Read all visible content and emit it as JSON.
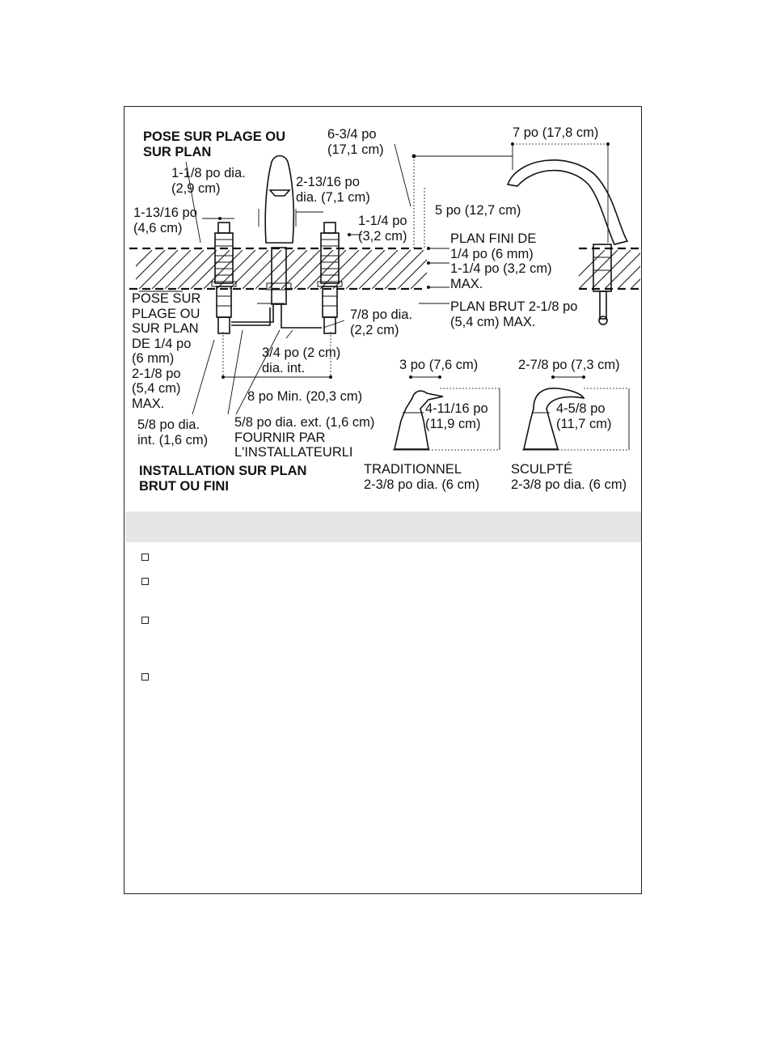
{
  "labels": {
    "pose_title": "POSE SUR PLAGE OU\nSUR PLAN",
    "spout_dia": "1-1/8 po dia.\n(2,9 cm)",
    "spout_base_dia": "2-13/16 po\ndia. (7,1 cm)",
    "handle_valve_dia": "1-13/16 po\n(4,6 cm)",
    "spout_reach": "6-3/4 po\n(17,1 cm)",
    "spout_height_top": "7 po (17,8 cm)",
    "spout_height": "5 po (12,7 cm)",
    "deck_above": "1-1/4 po\n(3,2 cm)",
    "plan_fini": "PLAN FINI DE\n1/4 po (6 mm)\n1-1/4 po (3,2 cm)\nMAX.",
    "plan_brut": "PLAN BRUT 2-1/8 po\n(5,4 cm) MAX.",
    "pose_left": "POSE SUR\nPLAGE OU\nSUR PLAN\nDE 1/4 po\n(6 mm)\n2-1/8 po\n(5,4 cm)\nMAX.",
    "dia_78": "7/8 po dia.\n(2,2 cm)",
    "dia_34": "3/4 po (2 cm)\ndia. int.",
    "min_8": "8 po Min. (20,3 cm)",
    "dia_58_int": "5/8 po dia.\nint. (1,6 cm)",
    "dia_58_ext": "5/8 po dia. ext. (1,6 cm)\nFOURNIR PAR\nL'INSTALLATEURLI",
    "install_title": "INSTALLATION SUR PLAN\nBRUT OU FINI",
    "trad_width": "3 po (7,6 cm)",
    "trad_height": "4-11/16 po\n(11,9 cm)",
    "trad_name": "TRADITIONNEL\n2-3/8 po dia. (6 cm)",
    "sculpt_width": "2-7/8 po (7,3 cm)",
    "sculpt_height": "4-5/8 po\n(11,7 cm)",
    "sculpt_name": "SCULPTÉ\n2-3/8 po dia. (6 cm)"
  },
  "checklist": [
    {
      "label": ""
    },
    {
      "label": ""
    },
    {
      "label": ""
    },
    {
      "label": ""
    }
  ],
  "colors": {
    "line": "#111111",
    "band": "#e6e6e6"
  }
}
